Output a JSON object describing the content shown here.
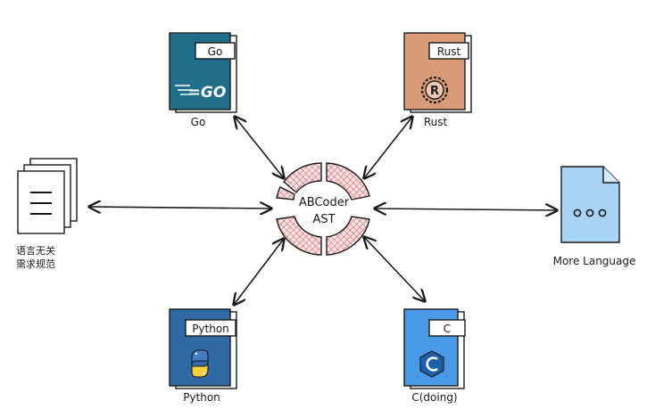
{
  "center": {
    "line1": "ABCoder",
    "line2": "AST"
  },
  "nodes": {
    "go": {
      "tag": "Go",
      "logo": "=GO",
      "caption": "Go",
      "book_color": "#1f6f8b"
    },
    "rust": {
      "tag": "Rust",
      "caption": "Rust",
      "book_color": "#d99a78"
    },
    "python": {
      "tag": "Python",
      "caption": "Python",
      "book_color": "#2f6aa6"
    },
    "c": {
      "tag": "C",
      "caption": "C(doing)",
      "book_color": "#4a98e8"
    },
    "docs": {
      "caption_line1": "语言无关",
      "caption_line2": "需求规范"
    },
    "more": {
      "caption": "More Language",
      "color": "#a9d3f5"
    }
  },
  "icons": {
    "go": "go-gopher-logo",
    "rust": "rust-gear-logo",
    "python": "python-snakes-logo",
    "c": "c-hexagon-logo",
    "docs": "document-stack-icon",
    "more": "file-ellipsis-icon"
  },
  "colors": {
    "ring": "#e8868a",
    "ring_hatch": "#d9424c"
  }
}
